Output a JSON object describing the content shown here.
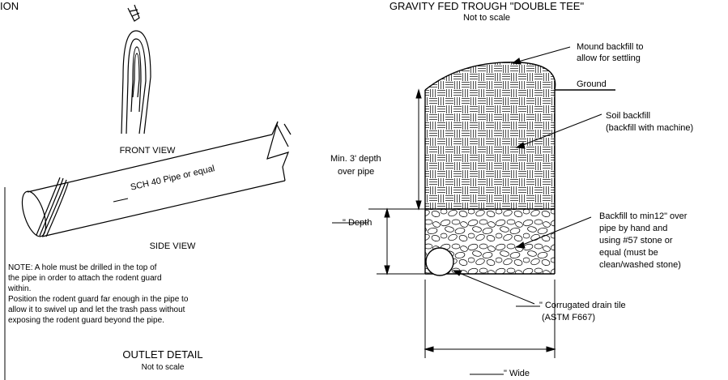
{
  "left_header_fragment": "ION",
  "right_title": "GRAVITY FED TROUGH \"DOUBLE TEE\"",
  "right_scale_note": "Not to scale",
  "front_view_label": "FRONT VIEW",
  "pipe_label": "SCH 40 Pipe or equal",
  "side_view_label": "SIDE VIEW",
  "note_lines": [
    "NOTE: A hole must be drilled in the top of",
    "the pipe in order to attach the rodent guard",
    "within.",
    "Position the rodent guard far enough in the pipe to",
    "allow it to swivel up and let the trash pass without",
    "exposing the rodent guard beyond the pipe."
  ],
  "outlet_title": "OUTLET DETAIL",
  "outlet_scale_note": "Not to scale",
  "callouts": {
    "mound": [
      "Mound backfill to",
      "allow for settling"
    ],
    "ground": "Ground",
    "soil": [
      "Soil backfill",
      "(backfill with machine)"
    ],
    "min_depth": [
      "Min. 3' depth",
      "over pipe"
    ],
    "depth": "\" Depth",
    "stone": [
      "Backfill to min12\" over",
      "pipe by hand and",
      "using #57 stone or",
      "equal (must be",
      "clean/washed stone)"
    ],
    "drain": [
      "\" Corrugated drain tile",
      "(ASTM F667)"
    ],
    "wide": "\" Wide"
  }
}
